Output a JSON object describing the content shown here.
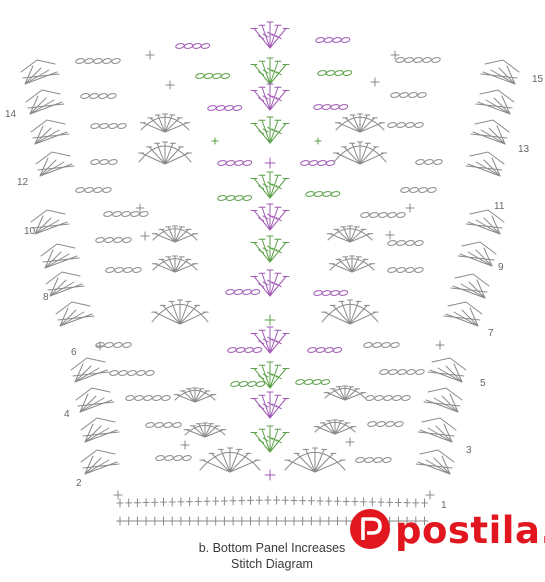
{
  "caption": {
    "line1": "b. Bottom Panel Increases",
    "line2": "Stitch Diagram"
  },
  "row_numbers": {
    "left": [
      "2",
      "4",
      "6",
      "8",
      "10",
      "12",
      "14"
    ],
    "right": [
      "1",
      "3",
      "5",
      "7",
      "9",
      "11",
      "13",
      "15"
    ]
  },
  "watermark": {
    "text": "postila.ru"
  },
  "colors": {
    "stitch_gray": "#8a8a8a",
    "accent_green": "#5aa046",
    "accent_purple": "#a058b4",
    "watermark_red": "#e1161e"
  }
}
